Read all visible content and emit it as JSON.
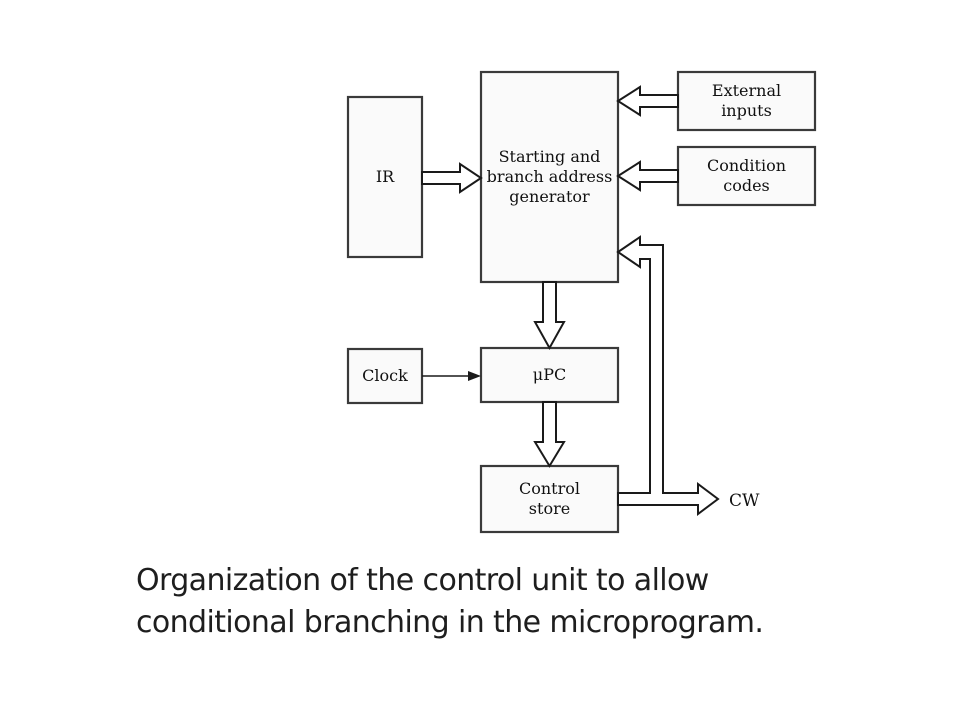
{
  "diagram": {
    "blocks": {
      "ir": {
        "lines": [
          "IR"
        ]
      },
      "generator": {
        "lines": [
          "Starting and",
          "branch address",
          "generator"
        ]
      },
      "external_inputs": {
        "lines": [
          "External",
          "inputs"
        ]
      },
      "condition_codes": {
        "lines": [
          "Condition",
          "codes"
        ]
      },
      "clock": {
        "lines": [
          "Clock"
        ]
      },
      "upc": {
        "lines": [
          "μPC"
        ]
      },
      "control_store": {
        "lines": [
          "Control",
          "store"
        ]
      }
    },
    "output_label": "CW"
  },
  "caption": {
    "line1": "Organization of the control unit to allow",
    "line2": "conditional branching in the microprogram."
  }
}
